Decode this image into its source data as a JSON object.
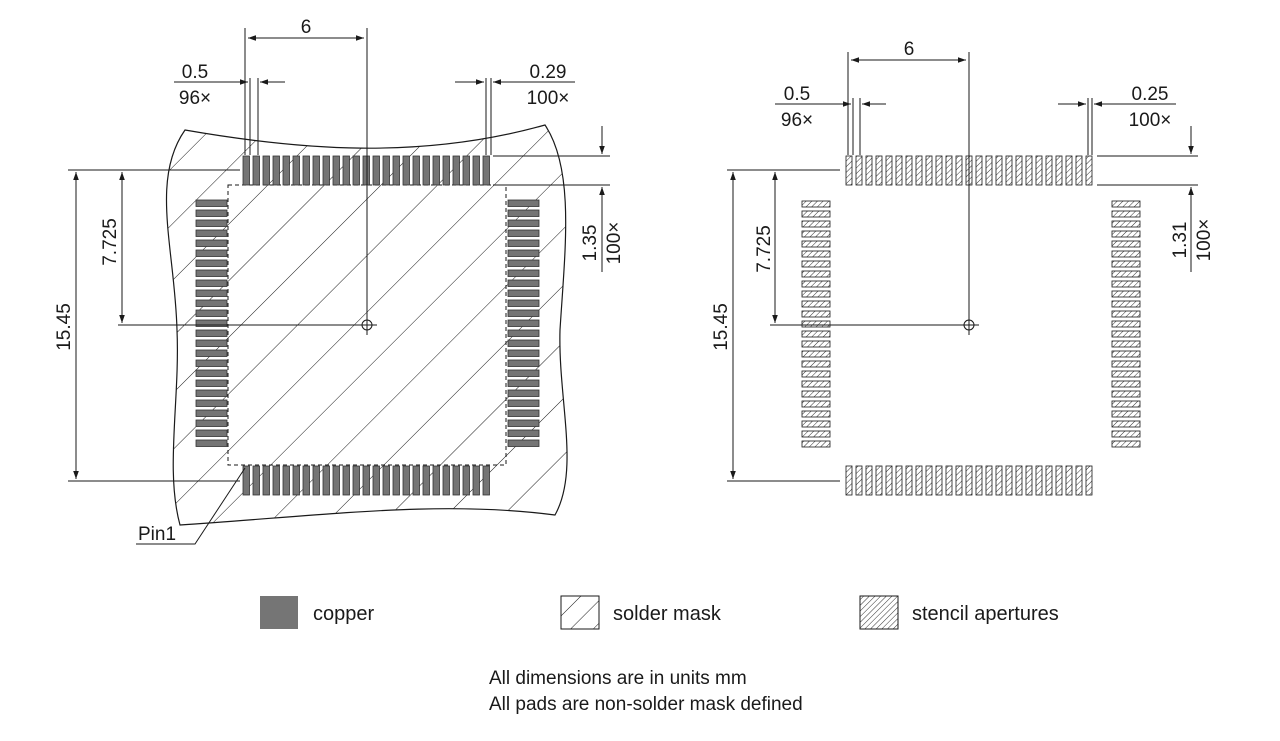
{
  "left_view": {
    "dim_pitch_span": "6",
    "dim_pitch_label_top": "0.5",
    "dim_pitch_label_bottom": "96×",
    "dim_width_label_top": "0.29",
    "dim_width_label_bottom": "100×",
    "dim_half_span": "7.725",
    "dim_full_span": "15.45",
    "dim_length_top": "1.35",
    "dim_length_bottom": "100×",
    "pin_label": "Pin1"
  },
  "right_view": {
    "dim_pitch_span": "6",
    "dim_pitch_label_top": "0.5",
    "dim_pitch_label_bottom": "96×",
    "dim_width_label_top": "0.25",
    "dim_width_label_bottom": "100×",
    "dim_half_span": "7.725",
    "dim_full_span": "15.45",
    "dim_length_top": "1.31",
    "dim_length_bottom": "100×"
  },
  "legend": {
    "copper": "copper",
    "solder_mask": "solder mask",
    "stencil": "stencil apertures"
  },
  "notes": {
    "line1": "All dimensions are in units mm",
    "line2": "All pads are non-solder mask defined"
  },
  "colors": {
    "copper": "#757575",
    "line": "#1a1a1a"
  }
}
